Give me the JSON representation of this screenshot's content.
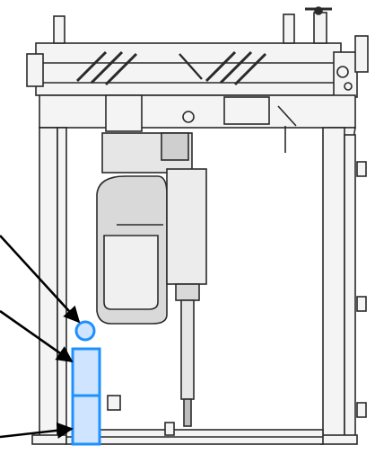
{
  "diagram": {
    "colors": {
      "line": "#2a2a2a",
      "fill_light": "#f4f4f4",
      "fill_mid": "#d9d9d9",
      "highlight": "#1e90ff",
      "highlight_fill": "#cfe4ff",
      "arrow": "#000000"
    },
    "callouts": [
      {
        "target": "sensor-top-circle"
      },
      {
        "target": "sensor-upper-box"
      },
      {
        "target": "sensor-lower-box"
      }
    ]
  }
}
